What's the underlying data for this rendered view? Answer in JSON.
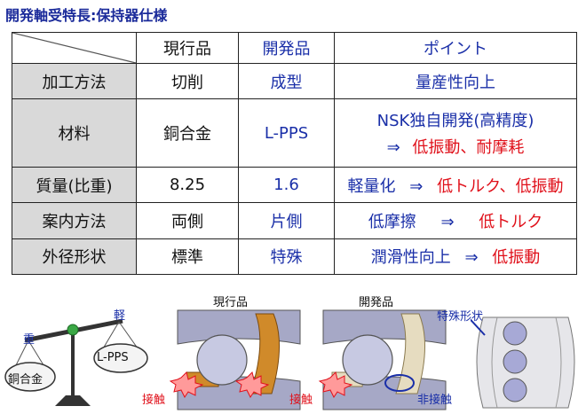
{
  "title": "開発軸受特長:保持器仕様",
  "table": {
    "headers": [
      "現行品",
      "開発品",
      "ポイント"
    ],
    "rows": [
      {
        "label": "加工方法",
        "current": "切削",
        "dev": "成型",
        "point": "量産性向上"
      },
      {
        "label": "材料",
        "current": "銅合金",
        "dev": "L-PPS",
        "point_line1": "NSK独自開発(高精度)",
        "point_arrow": "⇒",
        "point_line2": "低振動、耐摩耗"
      },
      {
        "label": "質量(比重)",
        "current": "8.25",
        "dev": "1.6",
        "point_pre": "軽量化",
        "point_arrow": "⇒",
        "point_post": "低トルク、低振動"
      },
      {
        "label": "案内方法",
        "current": "両側",
        "dev": "片側",
        "point_pre": "低摩擦",
        "point_arrow": "⇒",
        "point_post": "低トルク"
      },
      {
        "label": "外径形状",
        "current": "標準",
        "dev": "特殊",
        "point_pre": "潤滑性向上",
        "point_arrow": "⇒",
        "point_post": "低振動"
      }
    ]
  },
  "figures": {
    "balance": {
      "heavy": "重",
      "light": "軽",
      "left_pan": "銅合金",
      "right_pan": "L-PPS"
    },
    "current_label": "現行品",
    "dev_label": "開発品",
    "contact1": "接触",
    "contact2": "接触",
    "non_contact": "非接触",
    "special_shape": "特殊形状"
  }
}
